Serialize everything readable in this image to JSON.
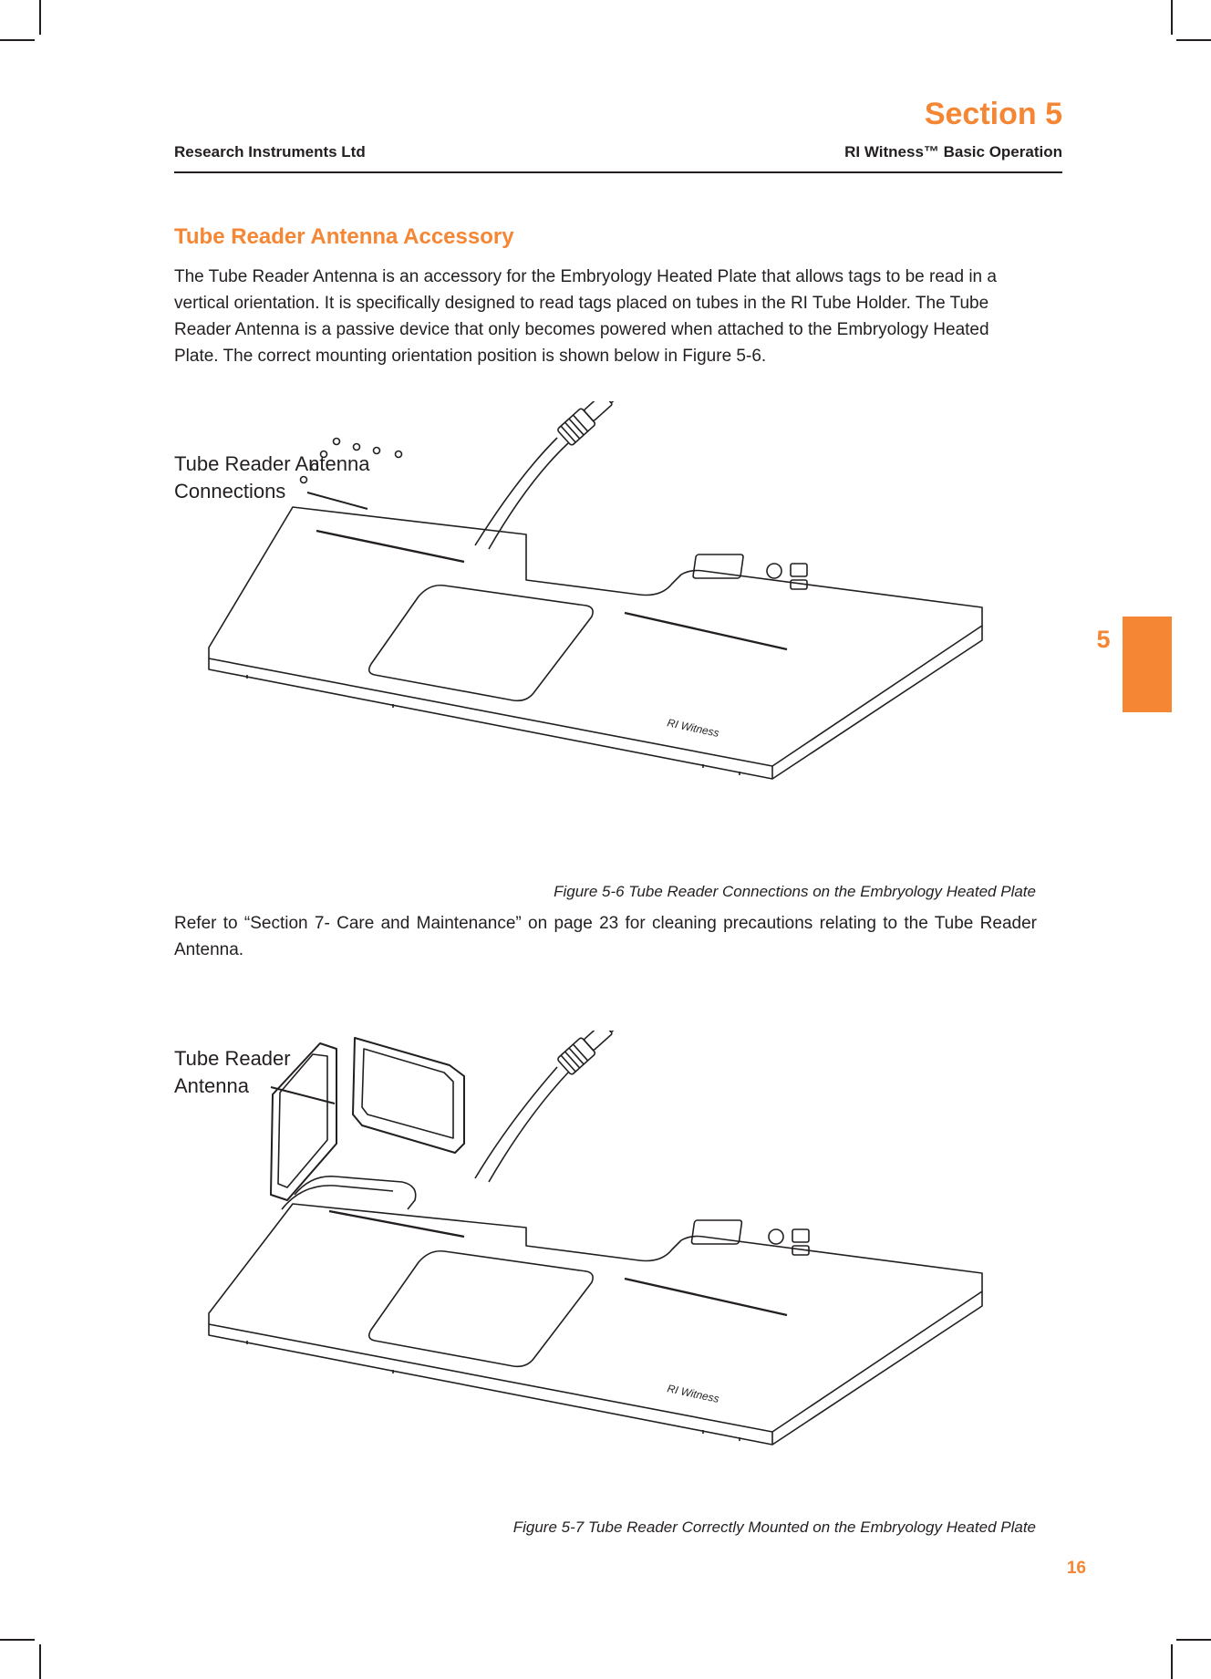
{
  "header": {
    "company": "Research Instruments Ltd",
    "section": "Section 5",
    "subtitle": "RI Witness™ Basic Operation"
  },
  "tab": {
    "number": "5"
  },
  "heading": "Tube Reader Antenna Accessory",
  "paragraphs": [
    "The Tube Reader Antenna is an accessory for the Embryology Heated Plate that allows tags to be read in a vertical orientation. It is specifically designed to read tags placed on tubes in the RI Tube Holder. The Tube Reader Antenna is a passive device that only becomes powered when attached to the Embryology Heated Plate. The correct mounting orientation position is shown below in Figure 5-6.",
    "Refer to “Section 7- Care and Maintenance” on page 23 for cleaning precautions relating to the Tube Reader Antenna."
  ],
  "figure1": {
    "callout_line1": "Tube Reader Antenna",
    "callout_line2": "Connections",
    "caption": "Figure 5-6     Tube Reader Connections on the Embryology Heated Plate",
    "brand": "RI Witness"
  },
  "figure2": {
    "callout_line1": "Tube Reader",
    "callout_line2": "Antenna",
    "caption": "Figure 5-7 Tube Reader Correctly Mounted on the Embryology Heated Plate",
    "brand": "RI Witness"
  },
  "page_number": "16",
  "colors": {
    "accent": "#f58634",
    "text": "#231f20"
  }
}
